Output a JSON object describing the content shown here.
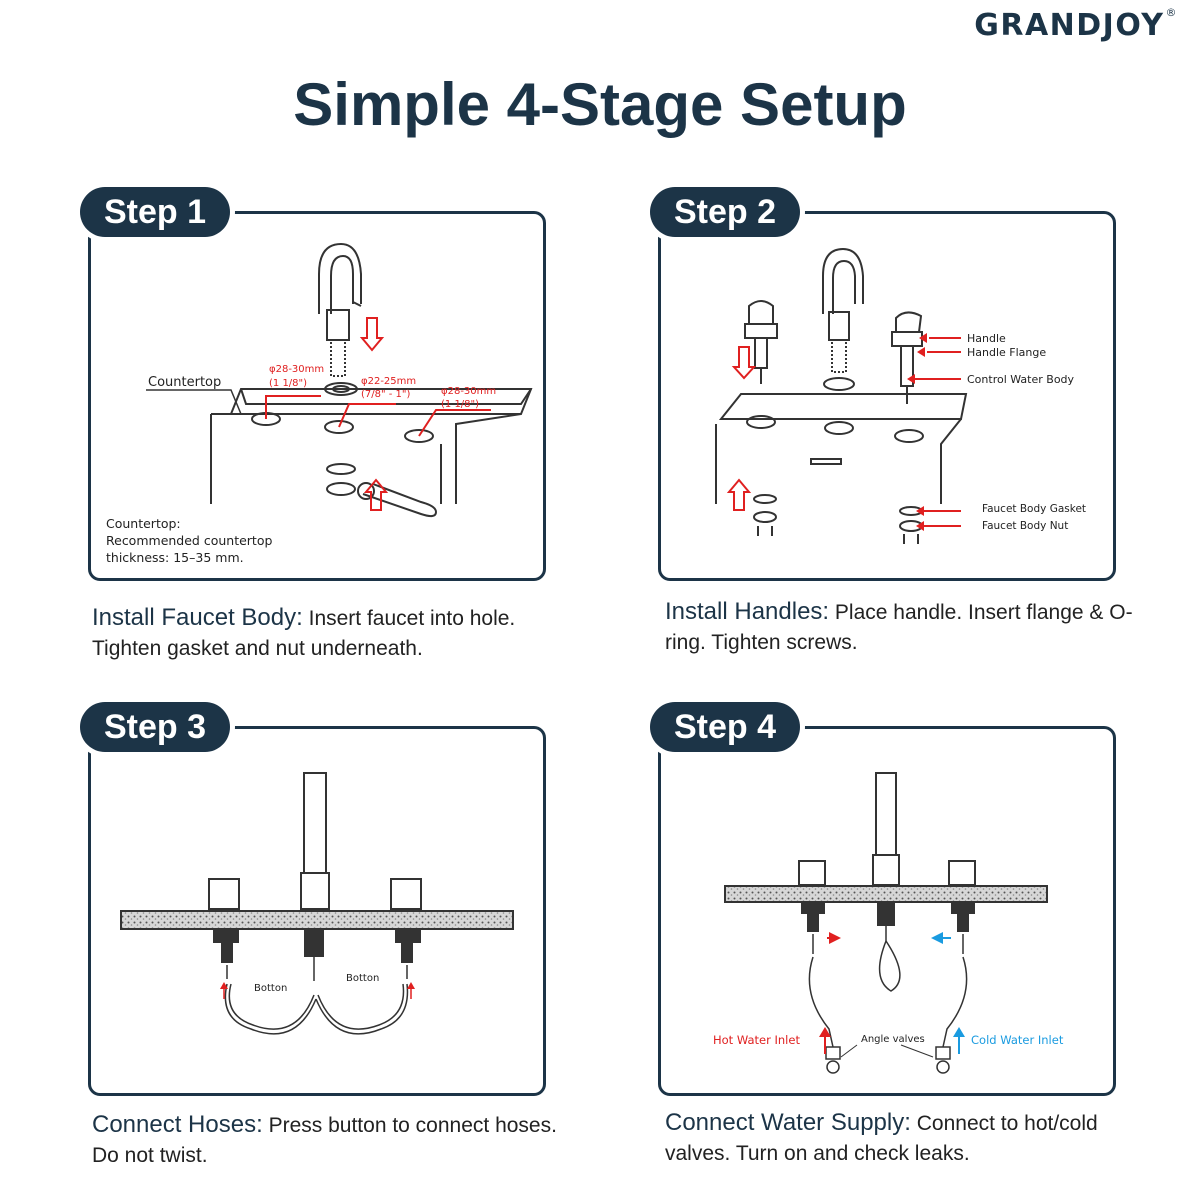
{
  "brand": {
    "name": "GRANDJOY",
    "mark": "®"
  },
  "title": "Simple 4-Stage Setup",
  "colors": {
    "navy": "#1c3447",
    "hot": "#e02020",
    "cold": "#1a9be0",
    "line": "#333333"
  },
  "steps": [
    {
      "label": "Step 1",
      "heading": "Install Faucet Body:",
      "text": " Insert faucet into hole. Tighten gasket and nut underneath.",
      "diagram": {
        "countertop_label": "Countertop",
        "dim_left": "φ28-30mm",
        "dim_left_sub": "(1 1/8\")",
        "dim_mid": "φ22-25mm",
        "dim_mid_sub": "(7/8\" - 1\")",
        "dim_right": "φ28-30mm",
        "dim_right_sub": "(1 1/8\")",
        "note_1": "Countertop:",
        "note_2": "Recommended countertop",
        "note_3": "thickness: 15–35 mm."
      }
    },
    {
      "label": "Step 2",
      "heading": "Install Handles:",
      "text": " Place handle. Insert flange & O-ring.  Tighten screws.",
      "diagram": {
        "handle": "Handle",
        "handle_flange": "Handle Flange",
        "control_body": "Control Water Body",
        "gasket": "Faucet Body Gasket",
        "nut": "Faucet Body Nut"
      }
    },
    {
      "label": "Step 3",
      "heading": "Connect Hoses:",
      "text": " Press button to connect hoses. Do not twist.",
      "diagram": {
        "button_left": "Botton",
        "button_right": "Botton"
      }
    },
    {
      "label": "Step 4",
      "heading": "Connect Water Supply:",
      "text": " Connect to hot/cold valves. Turn on and check leaks.",
      "diagram": {
        "hot": "Hot Water Inlet",
        "cold": "Cold Water Inlet",
        "valves": "Angle valves"
      }
    }
  ]
}
